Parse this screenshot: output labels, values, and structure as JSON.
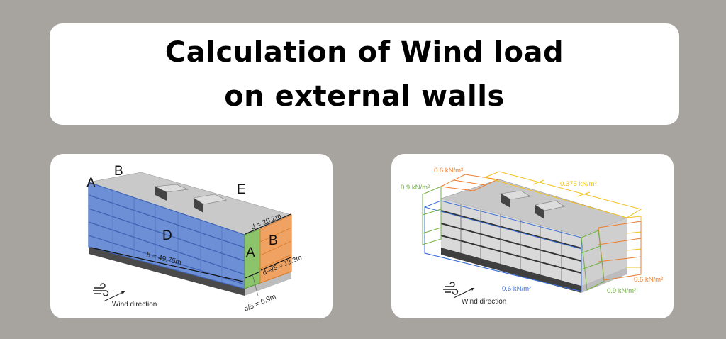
{
  "title": {
    "line1": "Calculation of Wind load",
    "line2": "on external walls"
  },
  "left_diagram": {
    "zone_labels": {
      "A_top": "A",
      "B_top": "B",
      "E": "E",
      "D": "D",
      "A_side": "A",
      "B_side": "B"
    },
    "dimensions": {
      "d": "d = 20.2m",
      "b": "b = 49.75m",
      "d_minus_e5": "d-e/5 = 13.3m",
      "e5": "e/5 = 6.9m"
    },
    "wind_label": "Wind direction",
    "colors": {
      "zone_D": "#5b7fd1",
      "zone_A": "#7cb95a",
      "zone_B": "#f09a45"
    }
  },
  "right_diagram": {
    "loads": {
      "top_orange": "0.6 kN/m²",
      "top_green": "0.9 kN/m²",
      "roof_yellow": "0.375 kN/m²",
      "front_blue": "0.6 kN/m²",
      "side_orange": "0.6 kN/m²",
      "side_green": "0.9 kN/m²"
    },
    "wind_label": "Wind direction",
    "colors": {
      "blue": "#3d6fd6",
      "green": "#72b043",
      "orange": "#ef7d2e",
      "yellow": "#f3c11a"
    }
  }
}
